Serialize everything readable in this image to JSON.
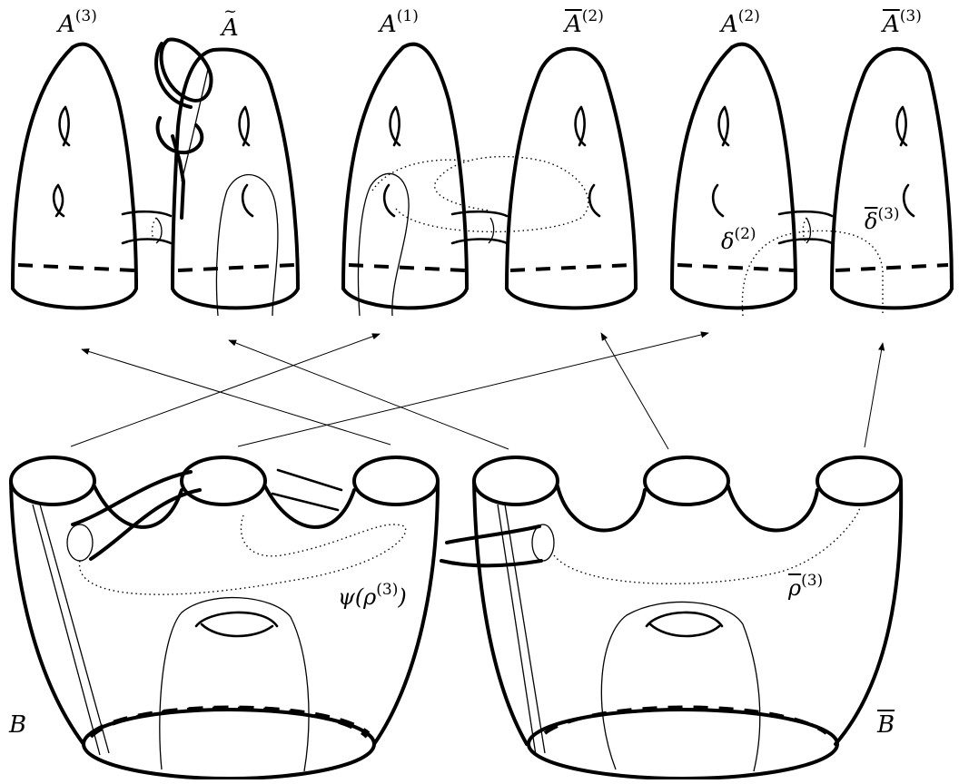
{
  "labels": {
    "A3": {
      "base": "A",
      "sup": "(3)"
    },
    "Atilde": {
      "base": "A",
      "sup": ""
    },
    "A1": {
      "base": "A",
      "sup": "(1)"
    },
    "Abar2": {
      "base": "A",
      "sup": "(2)"
    },
    "A2": {
      "base": "A",
      "sup": "(2)"
    },
    "Abar3": {
      "base": "A",
      "sup": "(3)"
    },
    "delta2": {
      "base": "δ",
      "sup": "(2)"
    },
    "deltabar3": {
      "base": "δ",
      "sup": "(3)"
    },
    "psi": {
      "text": "ψ(ρ",
      "sup": "(3)",
      "close": ")"
    },
    "rhobar3": {
      "base": "ρ",
      "sup": "(3)"
    },
    "B": {
      "base": "B"
    },
    "Bbar": {
      "base": "B"
    }
  }
}
